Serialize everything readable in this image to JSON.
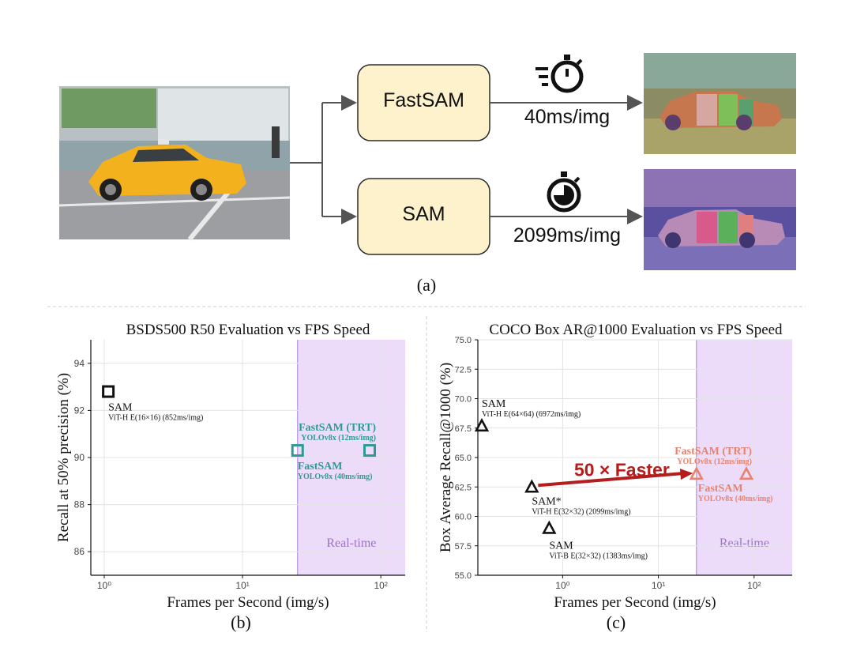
{
  "figure": {
    "panel_a_label": "(a)",
    "panel_b_label": "(b)",
    "panel_c_label": "(c)"
  },
  "pipeline": {
    "fastsam_label": "FastSAM",
    "sam_label": "SAM",
    "fastsam_speed": "40ms/img",
    "sam_speed": "2099ms/img",
    "fast_icon": "stopwatch-fast-icon",
    "slow_icon": "stopwatch-slow-icon",
    "box_fill": "#fdf2cc",
    "box_stroke": "#2b2b2b"
  },
  "colors": {
    "fastsam_teal": "#2f9a94",
    "fastsam_salmon": "#e8836f",
    "realtime_fill": "#ecdcfa",
    "realtime_text": "#9b74c9",
    "arrow_red": "#b51d1d"
  },
  "chart_data": [
    {
      "type": "scatter",
      "title": "BSDS500 R50 Evaluation vs FPS Speed",
      "xlabel": "Frames per Second (img/s)",
      "ylabel": "Recall at 50% precision (%)",
      "x_scale": "log",
      "xlim": [
        0.8,
        150
      ],
      "ylim": [
        85,
        95
      ],
      "x_ticks": [
        1,
        10,
        100
      ],
      "x_tick_labels": [
        "10⁰",
        "10¹",
        "10²"
      ],
      "y_ticks": [
        86,
        88,
        90,
        92,
        94
      ],
      "y_tick_labels": [
        "86",
        "88",
        "90",
        "92",
        "94"
      ],
      "grid": true,
      "realtime_region": {
        "x_from": 25,
        "x_to": 150,
        "label": "Real-time"
      },
      "points": [
        {
          "x": 1.07,
          "y": 92.8,
          "marker": "square",
          "color": "#111111",
          "name": "SAM",
          "sub": "ViT-H E(16×16) (852ms/img)"
        },
        {
          "x": 25,
          "y": 90.3,
          "marker": "square",
          "color": "#2f9a94",
          "name": "FastSAM",
          "sub": "YOLOv8x (40ms/img)"
        },
        {
          "x": 83,
          "y": 90.3,
          "marker": "square",
          "color": "#2f9a94",
          "name": "FastSAM (TRT)",
          "sub": "YOLOv8x (12ms/img)"
        }
      ]
    },
    {
      "type": "scatter",
      "title": "COCO Box AR@1000 Evaluation vs FPS Speed",
      "xlabel": "Frames per Second (img/s)",
      "ylabel": "Box Average Recall@1000 (%)",
      "x_scale": "log",
      "xlim": [
        0.13,
        250
      ],
      "ylim": [
        55,
        75
      ],
      "x_ticks": [
        1,
        10,
        100
      ],
      "x_tick_labels": [
        "10⁰",
        "10¹",
        "10²"
      ],
      "y_ticks": [
        55,
        57.5,
        60,
        62.5,
        65,
        67.5,
        70,
        72.5,
        75
      ],
      "y_tick_labels": [
        "55.0",
        "57.5",
        "60.0",
        "62.5",
        "65.0",
        "67.5",
        "70.0",
        "72.5",
        "75.0"
      ],
      "grid": true,
      "realtime_region": {
        "x_from": 25,
        "x_to": 250,
        "label": "Real-time"
      },
      "points": [
        {
          "x": 0.143,
          "y": 67.7,
          "marker": "triangle",
          "color": "#111111",
          "name": "SAM",
          "sub": "ViT-H E(64×64) (6972ms/img)"
        },
        {
          "x": 0.476,
          "y": 62.5,
          "marker": "triangle",
          "color": "#111111",
          "name": "SAM*",
          "sub": "ViT-H E(32×32) (2099ms/img)"
        },
        {
          "x": 0.723,
          "y": 59.0,
          "marker": "triangle",
          "color": "#111111",
          "name": "SAM",
          "sub": "ViT-B E(32×32) (1383ms/img)"
        },
        {
          "x": 25,
          "y": 63.6,
          "marker": "triangle",
          "color": "#e8836f",
          "name": "FastSAM",
          "sub": "YOLOv8x (40ms/img)"
        },
        {
          "x": 83,
          "y": 63.6,
          "marker": "triangle",
          "color": "#e8836f",
          "name": "FastSAM (TRT)",
          "sub": "YOLOv8x (12ms/img)"
        }
      ],
      "annotation": {
        "text": "50 × Faster",
        "from": {
          "x": 0.476,
          "y": 62.5
        },
        "to": {
          "x": 23,
          "y": 63.6
        }
      }
    }
  ]
}
